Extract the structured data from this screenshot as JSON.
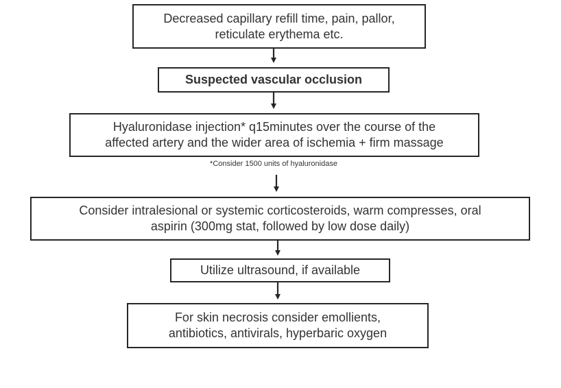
{
  "steps": [
    {
      "id": "symptoms",
      "lines": [
        "Decreased capillary refill time, pain, pallor,",
        "reticulate erythema etc."
      ],
      "bold": false
    },
    {
      "id": "occlusion",
      "lines": [
        "Suspected vascular occlusion"
      ],
      "bold": true
    },
    {
      "id": "hyaluronidase",
      "lines": [
        "Hyaluronidase injection* q15minutes over the course of the",
        "affected artery and the wider area of ischemia + firm massage"
      ],
      "bold": false,
      "footnote": "*Consider 1500 units of hyaluronidase"
    },
    {
      "id": "corticosteroids",
      "lines": [
        "Consider intralesional or systemic corticosteroids, warm compresses, oral",
        "aspirin (300mg stat, followed by low dose daily)"
      ],
      "bold": false
    },
    {
      "id": "ultrasound",
      "lines": [
        "Utilize ultrasound, if available"
      ],
      "bold": false
    },
    {
      "id": "necrosis",
      "lines": [
        "For skin necrosis consider emollients,",
        "antibiotics, antivirals, hyperbaric oxygen"
      ],
      "bold": false
    }
  ],
  "colors": {
    "border": "#262626",
    "text": "#333333",
    "arrow": "#262626"
  }
}
